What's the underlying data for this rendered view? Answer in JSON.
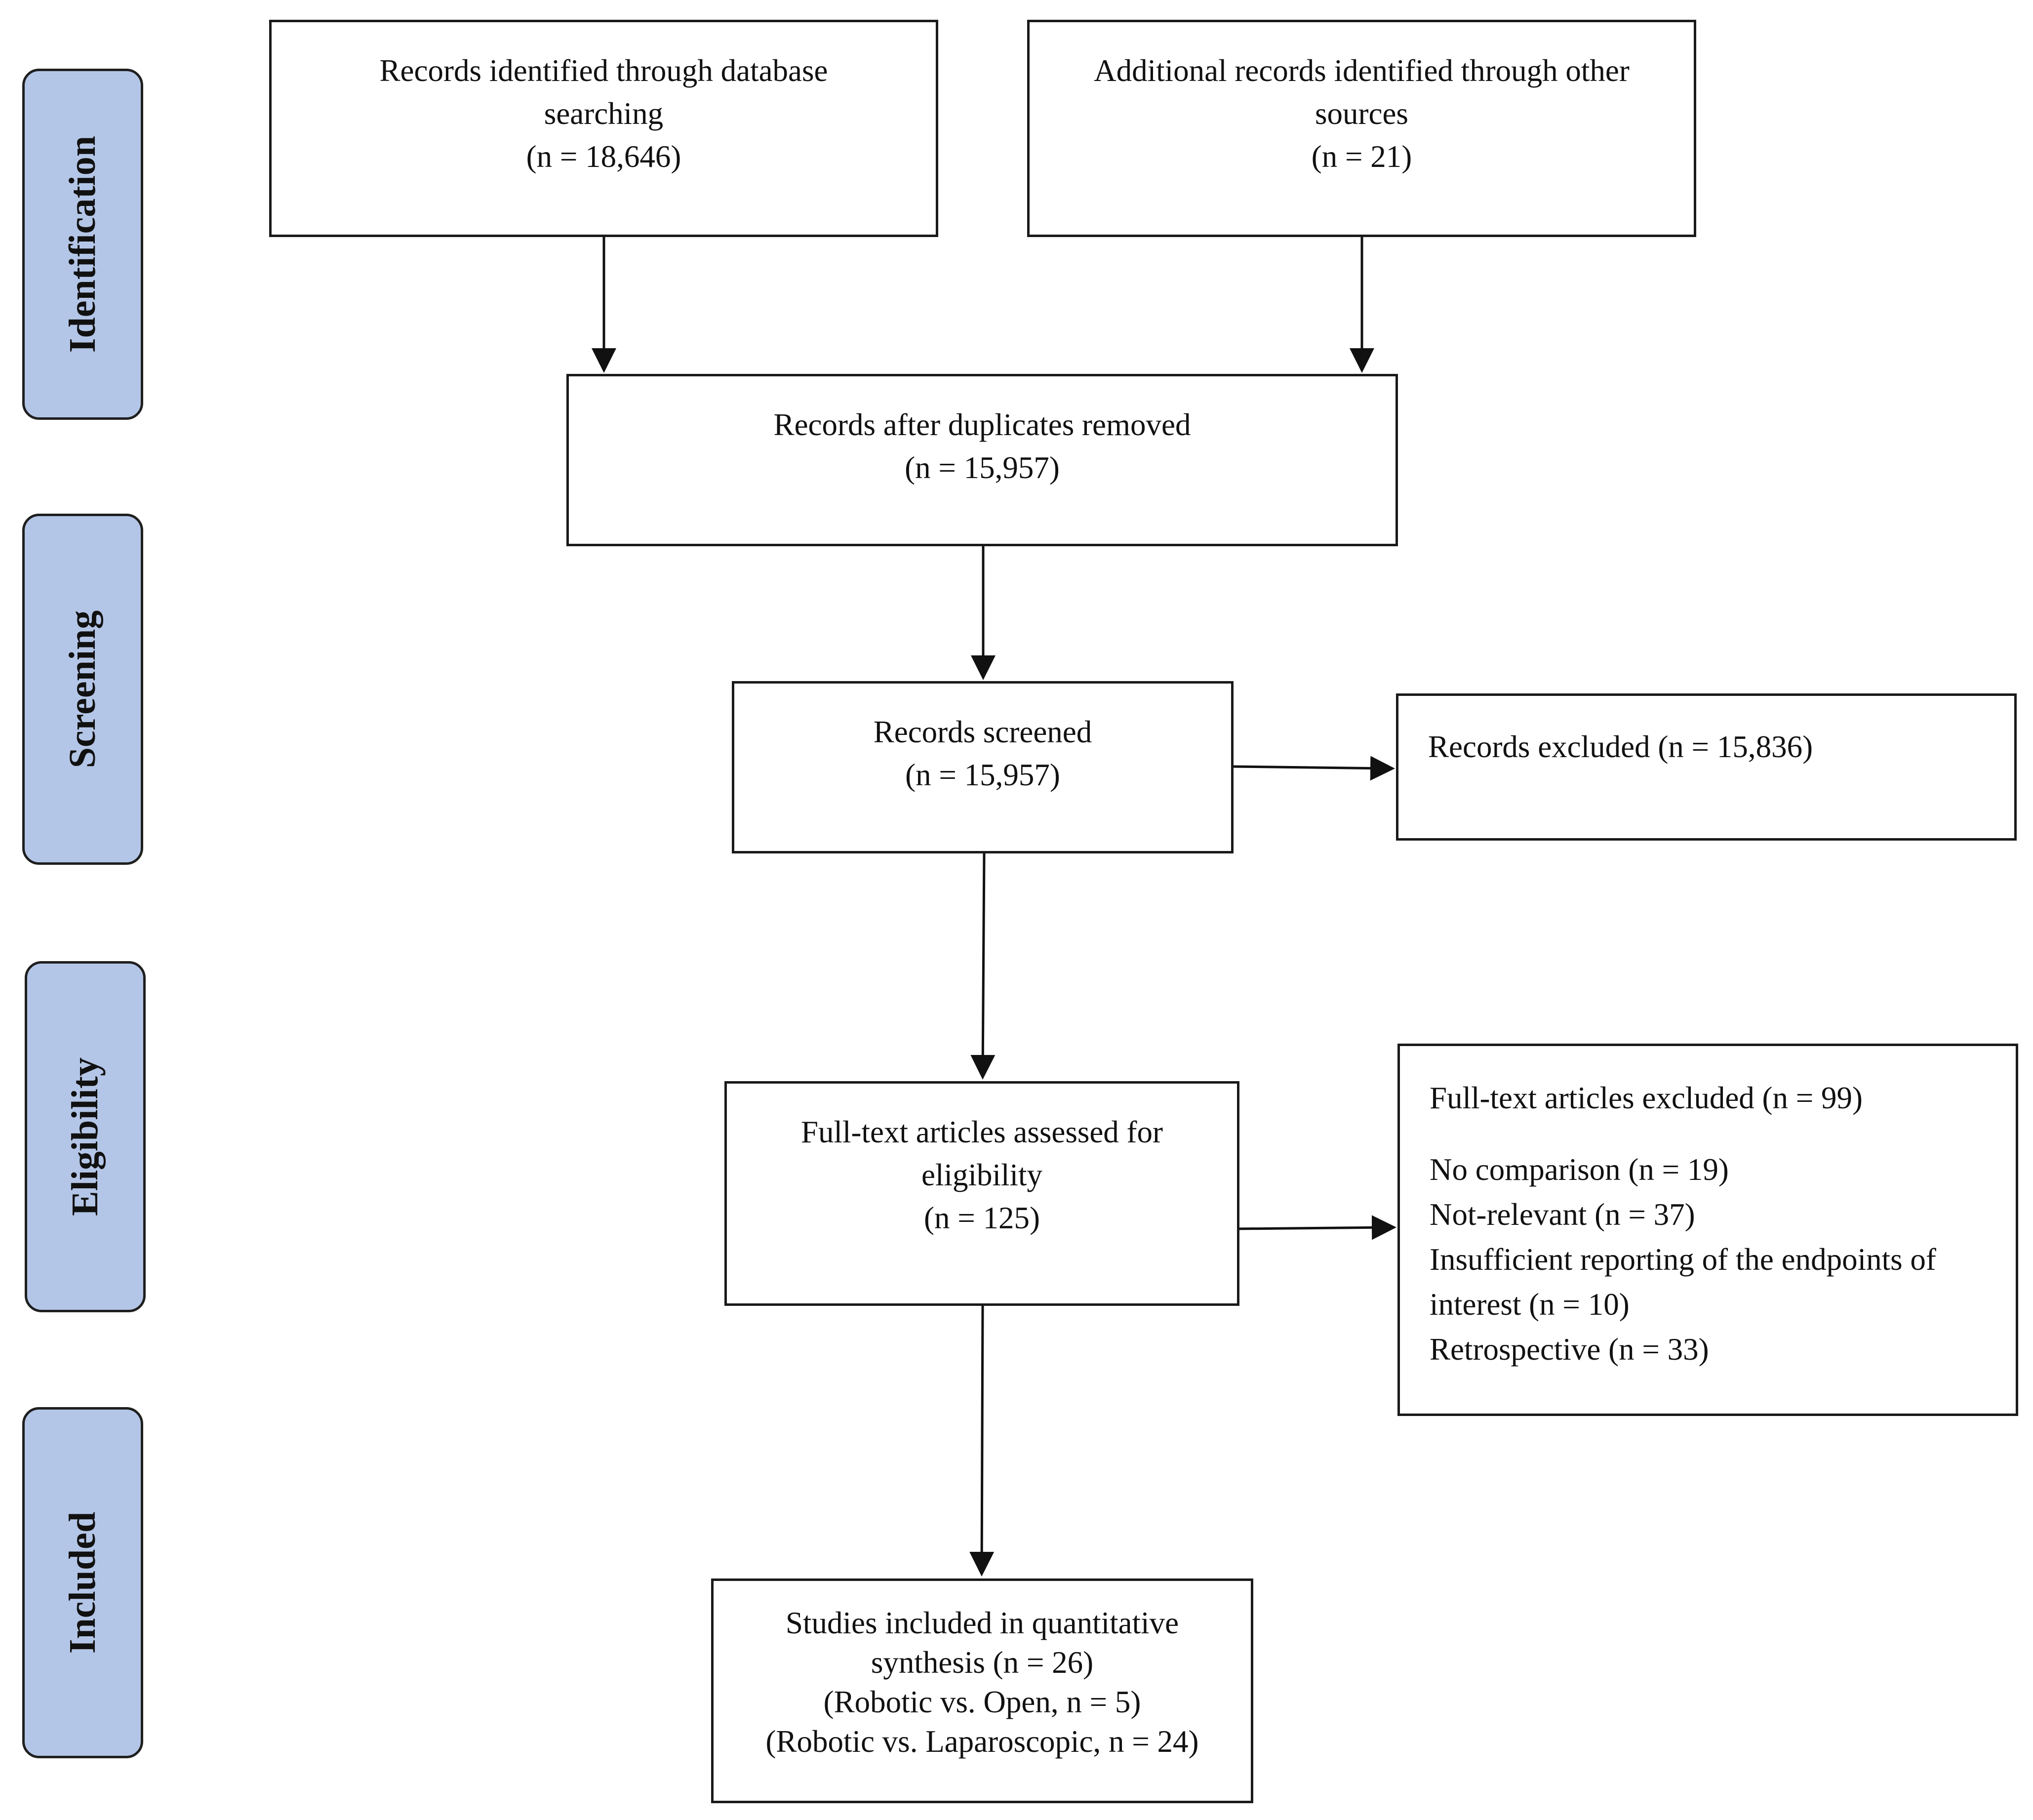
{
  "phases": {
    "identification": "Identification",
    "screening": "Screening",
    "eligibility": "Eligibility",
    "included": "Included"
  },
  "boxes": {
    "database": {
      "lines": [
        "Records identified through database",
        "searching",
        "(n = 18,646)"
      ]
    },
    "other_sources": {
      "lines": [
        "Additional records identified through other",
        "sources",
        "(n = 21)"
      ]
    },
    "duplicates_removed": {
      "lines": [
        "Records after duplicates removed",
        "(n = 15,957)"
      ]
    },
    "screened": {
      "lines": [
        "Records screened",
        "(n = 15,957)"
      ]
    },
    "excluded": {
      "lines": [
        "Records excluded (n = 15,836)"
      ]
    },
    "fulltext_assessed": {
      "lines": [
        "Full-text articles assessed for",
        "eligibility",
        "(n = 125)"
      ]
    },
    "fulltext_excluded": {
      "title": "Full-text articles excluded (n = 99)",
      "reasons": [
        "No comparison (n = 19)",
        "Not-relevant (n = 37)",
        "Insufficient reporting of the endpoints of",
        "interest (n = 10)",
        "Retrospective (n = 33)"
      ]
    },
    "included": {
      "lines": [
        "Studies included in quantitative",
        "synthesis (n = 26)",
        "(Robotic vs. Open, n = 5)",
        "(Robotic vs. Laparoscopic, n = 24)"
      ]
    }
  }
}
